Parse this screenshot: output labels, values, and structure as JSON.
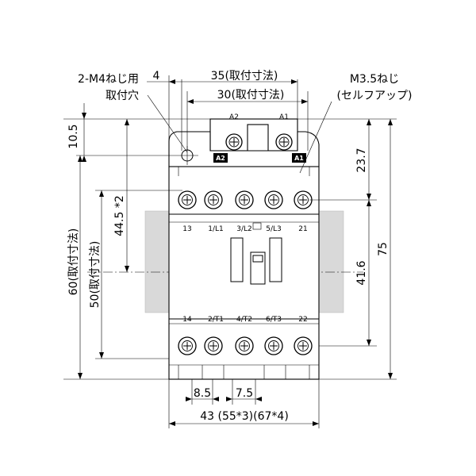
{
  "annotations": {
    "mount_hole_line1": "2-M4ねじ用",
    "mount_hole_line2": "取付穴",
    "screw_line1": "M3.5ねじ",
    "screw_line2": "(セルフアップ)"
  },
  "dimensions": {
    "top_4": "4",
    "top_35": "35(取付寸法)",
    "top_30": "30(取付寸法)",
    "left_10_5": "10.5",
    "left_44_5": "44.5 *2",
    "left_60": "60(取付寸法)",
    "left_50": "50(取付寸法)",
    "right_23_7": "23.7",
    "right_41_6": "41.6",
    "right_75": "75",
    "bottom_8_5": "8.5",
    "bottom_7_5": "7.5",
    "bottom_43": "43 (55*3)(67*4)"
  },
  "terminals": {
    "coil": [
      "A2",
      "A1"
    ],
    "coil_tags": [
      "A2",
      "A1"
    ],
    "top": [
      "13",
      "1/L1",
      "3/L2",
      "5/L3",
      "21"
    ],
    "bottom": [
      "14",
      "2/T1",
      "4/T2",
      "6/T3",
      "22"
    ]
  }
}
